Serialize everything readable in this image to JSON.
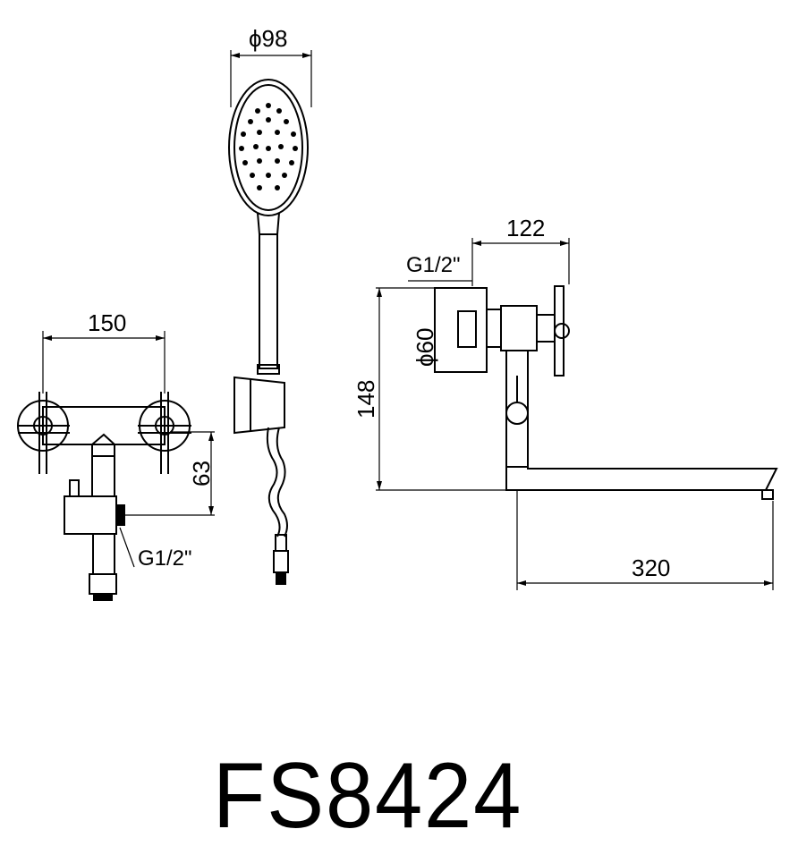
{
  "model_code": "FS8424",
  "dimensions": {
    "handle_spacing": "150",
    "outlet_height": "63",
    "inlet_thread_left": "G1/2\"",
    "shower_head_diameter": "ϕ98",
    "body_depth": "122",
    "inlet_thread_right": "G1/2\"",
    "flange_diameter": "ϕ60",
    "overall_height": "148",
    "spout_length": "320"
  }
}
